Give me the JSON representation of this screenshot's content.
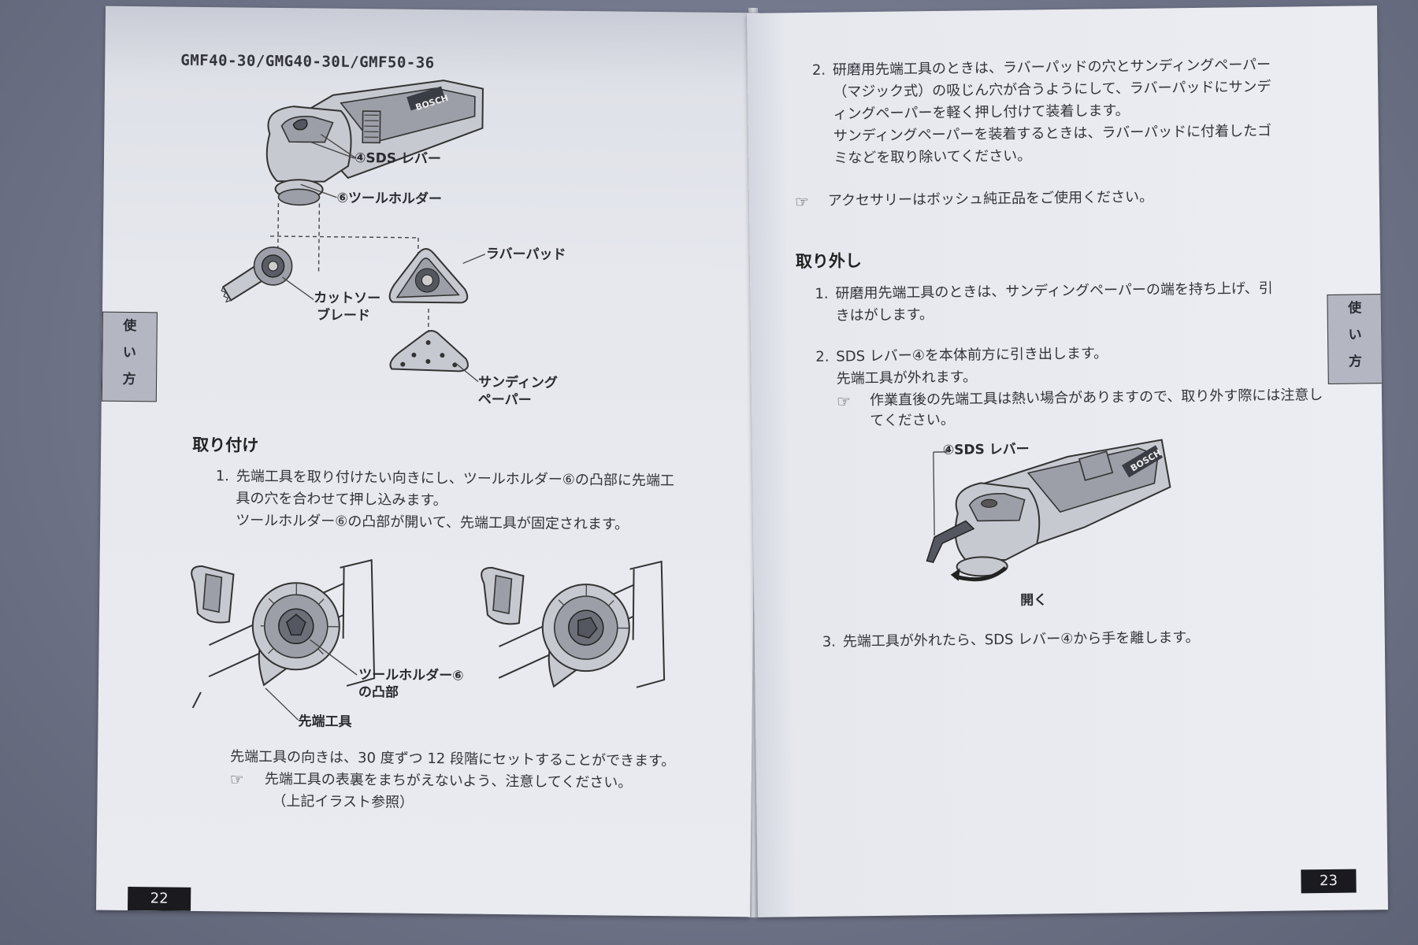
{
  "left_page": {
    "models": "GMF40-30/GMG40-30L/GMF50-36",
    "callouts": {
      "sds_lever": "④SDS レバー",
      "tool_holder": "⑥ツールホルダー",
      "rubber_pad": "ラバーパッド",
      "cut_saw_blade_l1": "カットソー",
      "cut_saw_blade_l2": "ブレード",
      "sanding_paper_l1": "サンディング",
      "sanding_paper_l2": "ペーパー",
      "holder_boss_l1": "ツールホルダー⑥",
      "holder_boss_l2": "の凸部",
      "tip_tool": "先端工具",
      "brand": "BOSCH"
    },
    "tab_chars": [
      "使",
      "い",
      "方"
    ],
    "section_heading": "取り付け",
    "step1": {
      "num": "1.",
      "lines": [
        "先端工具を取り付けたい向きにし、ツールホルダー⑥の凸部に先端工",
        "具の穴を合わせて押し込みます。",
        "ツールホルダー⑥の凸部が開いて、先端工具が固定されます。"
      ]
    },
    "orientation_note": "先端工具の向きは、30 度ずつ 12 段階にセットすることができます。",
    "note_icon": "☞",
    "caution_lines": [
      "先端工具の表裏をまちがえないよう、注意してください。",
      "（上記イラスト参照）"
    ],
    "page_number": "22"
  },
  "right_page": {
    "step2": {
      "num": "2.",
      "lines": [
        "研磨用先端工具のときは、ラバーパッドの穴とサンディングペーパー",
        "（マジック式）の吸じん穴が合うようにして、ラバーパッドにサンデ",
        "ィングペーパーを軽く押し付けて装着します。",
        "サンディングペーパーを装着するときは、ラバーパッドに付着したゴ",
        "ミなどを取り除いてください。"
      ]
    },
    "note_icon": "☞",
    "accessory_note": "アクセサリーはボッシュ純正品をご使用ください。",
    "section_heading": "取り外し",
    "steps": [
      {
        "num": "1.",
        "lines": [
          "研磨用先端工具のときは、サンディングペーパーの端を持ち上げ、引",
          "きはがします。"
        ]
      },
      {
        "num": "2.",
        "lines": [
          "SDS レバー④を本体前方に引き出します。",
          "先端工具が外れます。"
        ]
      }
    ],
    "caution_lines": [
      "作業直後の先端工具は熱い場合がありますので、取り外す際には注意し",
      "てください。"
    ],
    "callouts": {
      "sds_lever": "④SDS レバー",
      "open": "開く",
      "brand": "BOSCH"
    },
    "step3": {
      "num": "3.",
      "text": "先端工具が外れたら、SDS レバー④から手を離します。"
    },
    "tab_chars": [
      "使",
      "い",
      "方"
    ],
    "page_number": "23"
  }
}
